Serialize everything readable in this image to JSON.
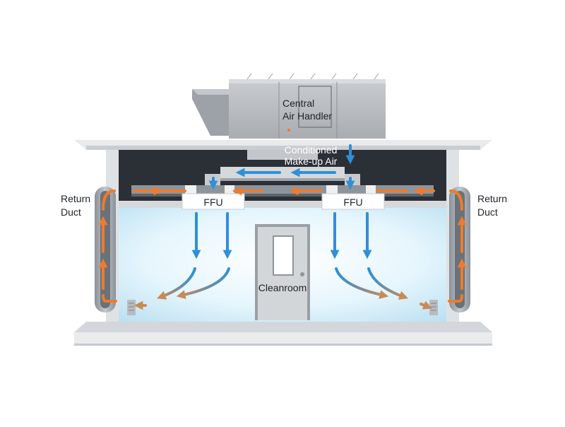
{
  "labels": {
    "air_handler_line1": "Central",
    "air_handler_line2": "Air Handler",
    "makeup_line1": "Conditioned",
    "makeup_line2": "Make-up Air",
    "ffu_left": "FFU",
    "ffu_right": "FFU",
    "return_left_line1": "Return",
    "return_left_line2": "Duct",
    "return_right_line1": "Return",
    "return_right_line2": "Duct",
    "cleanroom": "Cleanroom"
  },
  "colors": {
    "supply_air": "#2f8fd8",
    "return_air": "#f07b2a",
    "mixed_air": "#b98a5e",
    "structure": "#d9dde2",
    "plenum": "#2b3037",
    "room_glow": "#d7f0fb",
    "door": "#d3d6d9"
  },
  "icons": {
    "supply_arrow": "down-arrow-icon",
    "return_arrow": "up-arrow-icon",
    "flow_arrow": "left-arrow-icon"
  }
}
